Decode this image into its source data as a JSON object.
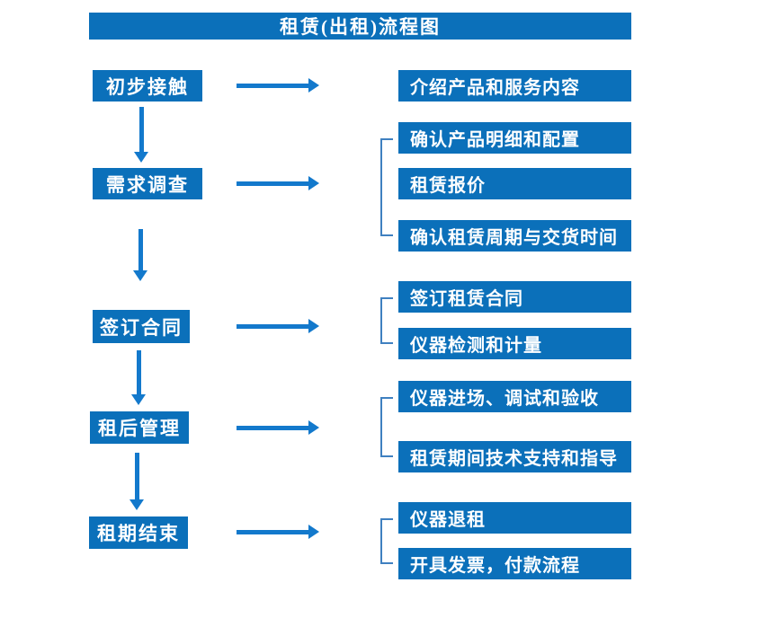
{
  "title": "租赁(出租)流程图",
  "colors": {
    "box_blue": "#0b70ba",
    "arrow_blue": "#1379cc",
    "bracket_blue": "#3f80c0",
    "text_white": "#ffffff"
  },
  "steps": [
    {
      "label": "初步接触",
      "details": [
        "介绍产品和服务内容"
      ]
    },
    {
      "label": "需求调查",
      "details": [
        "确认产品明细和配置",
        "租赁报价",
        "确认租赁周期与交货时间"
      ]
    },
    {
      "label": "签订合同",
      "details": [
        "签订租赁合同",
        "仪器检测和计量"
      ]
    },
    {
      "label": "租后管理",
      "details": [
        "仪器进场、调试和验收",
        "租赁期间技术支持和指导"
      ]
    },
    {
      "label": "租期结束",
      "details": [
        "仪器退租",
        "开具发票，付款流程"
      ]
    }
  ]
}
